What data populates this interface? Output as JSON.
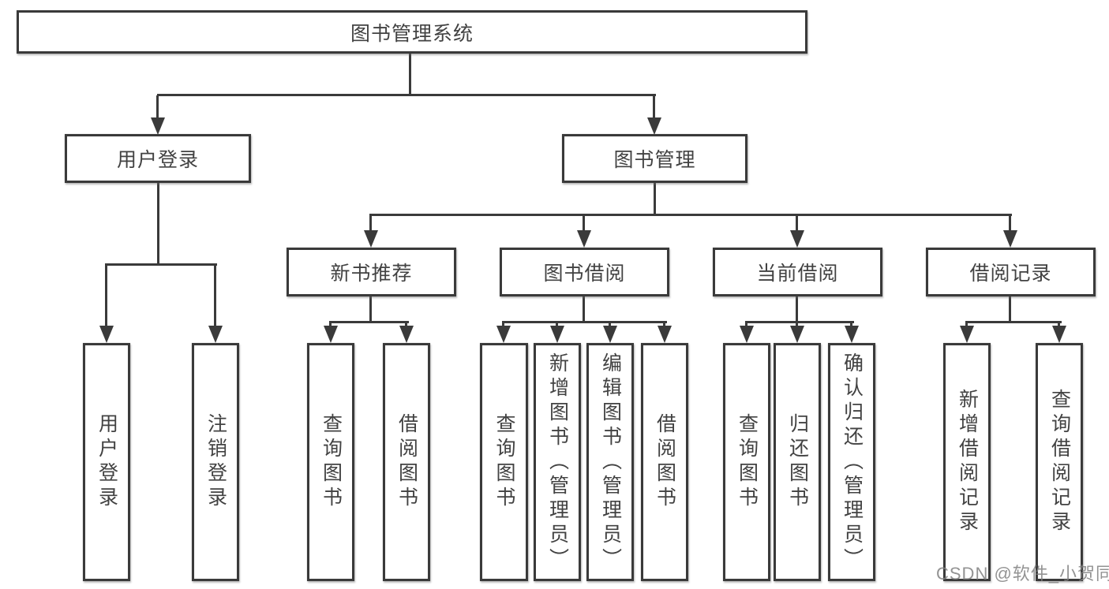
{
  "tree": {
    "root": {
      "label": "图书管理系统",
      "children": [
        {
          "label": "用户登录",
          "children": [
            {
              "label": "用户登录"
            },
            {
              "label": "注销登录"
            }
          ]
        },
        {
          "label": "图书管理",
          "children": [
            {
              "label": "新书推荐",
              "children": [
                {
                  "label": "查询图书"
                },
                {
                  "label": "借阅图书"
                }
              ]
            },
            {
              "label": "图书借阅",
              "children": [
                {
                  "label": "查询图书"
                },
                {
                  "label": "新增图书（管理员）"
                },
                {
                  "label": "编辑图书（管理员）"
                },
                {
                  "label": "借阅图书"
                }
              ]
            },
            {
              "label": "当前借阅",
              "children": [
                {
                  "label": "查询图书"
                },
                {
                  "label": "归还图书"
                },
                {
                  "label": "确认归还（管理员）"
                }
              ]
            },
            {
              "label": "借阅记录",
              "children": [
                {
                  "label": "新增借阅记录"
                },
                {
                  "label": "查询借阅记录"
                }
              ]
            }
          ]
        }
      ]
    }
  },
  "watermark": {
    "text": "CSDN @软件_小贺同学"
  },
  "colors": {
    "line": "#3a3a3a",
    "text": "#424242",
    "watermark": "#808080"
  }
}
